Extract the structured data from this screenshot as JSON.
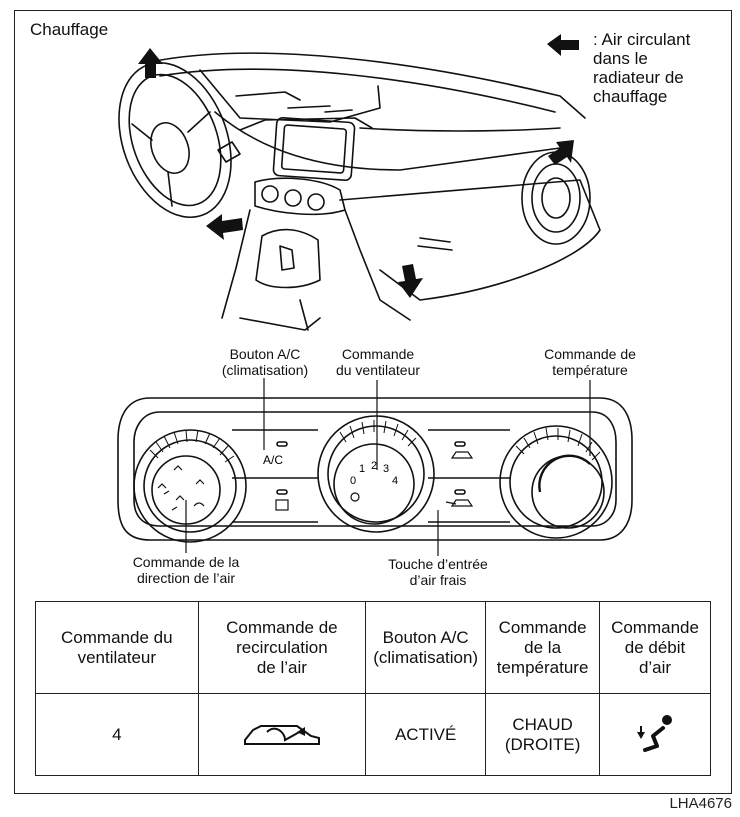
{
  "heading": "Chauffage",
  "legend": {
    "line1": ": Air circulant",
    "line2": "dans le",
    "line3": "radiateur de",
    "line4": "chauffage",
    "arrow_icon": "arrow-left-icon"
  },
  "panel": {
    "ac_label": "A/C",
    "fan_scale": [
      "0",
      "1",
      "2",
      "3",
      "4"
    ]
  },
  "callouts": {
    "ac_line1": "Bouton A/C",
    "ac_line2": "(climatisation)",
    "fan_line1": "Commande",
    "fan_line2": "du ventilateur",
    "temp_line1": "Commande de",
    "temp_line2": "température",
    "dir_line1": "Commande de la",
    "dir_line2": "direction de l’air",
    "fresh_line1": "Touche d’entrée",
    "fresh_line2": "d’air frais"
  },
  "table": {
    "headers": [
      [
        "Commande du",
        "ventilateur"
      ],
      [
        "Commande de",
        "recirculation",
        "de l’air"
      ],
      [
        "Bouton A/C",
        "(climatisation)"
      ],
      [
        "Commande",
        "de la",
        "température"
      ],
      [
        "Commande",
        "de débit",
        "d’air"
      ]
    ],
    "values": {
      "fan": "4",
      "recirculation_icon": "air-recirculation-icon",
      "ac": "ACTIVÉ",
      "temp_line1": "CHAUD",
      "temp_line2": "(DROITE)",
      "airflow_icon": "foot-vent-icon"
    }
  },
  "figure_code": "LHA4676"
}
